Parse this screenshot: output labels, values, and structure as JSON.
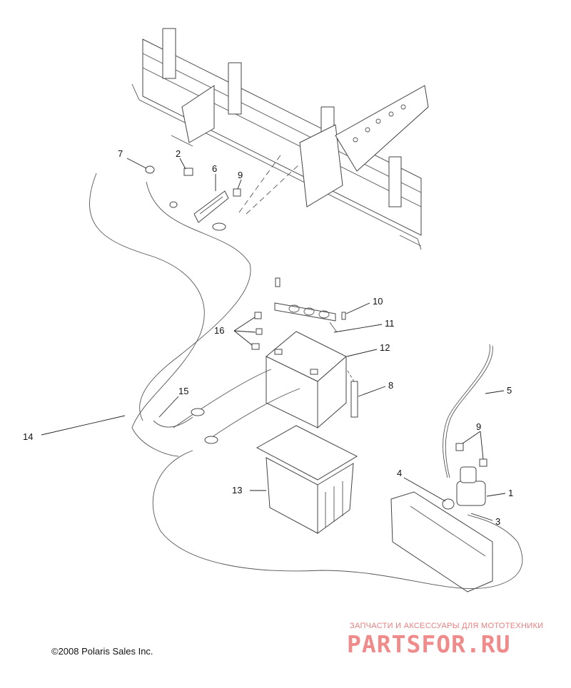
{
  "callouts": {
    "c1": "1",
    "c2": "2",
    "c3": "3",
    "c4": "4",
    "c5": "5",
    "c6": "6",
    "c7": "7",
    "c8": "8",
    "c9a": "9",
    "c9b": "9",
    "c10": "10",
    "c11": "11",
    "c12": "12",
    "c13": "13",
    "c14": "14",
    "c15": "15",
    "c16": "16"
  },
  "footer": {
    "copyright": "©2008 Polaris Sales Inc."
  },
  "watermark": {
    "tagline": "ЗАПЧАСТИ И АКСЕССУАРЫ ДЛЯ МОТОТЕХНИКИ",
    "brand": "PARTSFOR.RU",
    "color": "#f08b8b"
  }
}
